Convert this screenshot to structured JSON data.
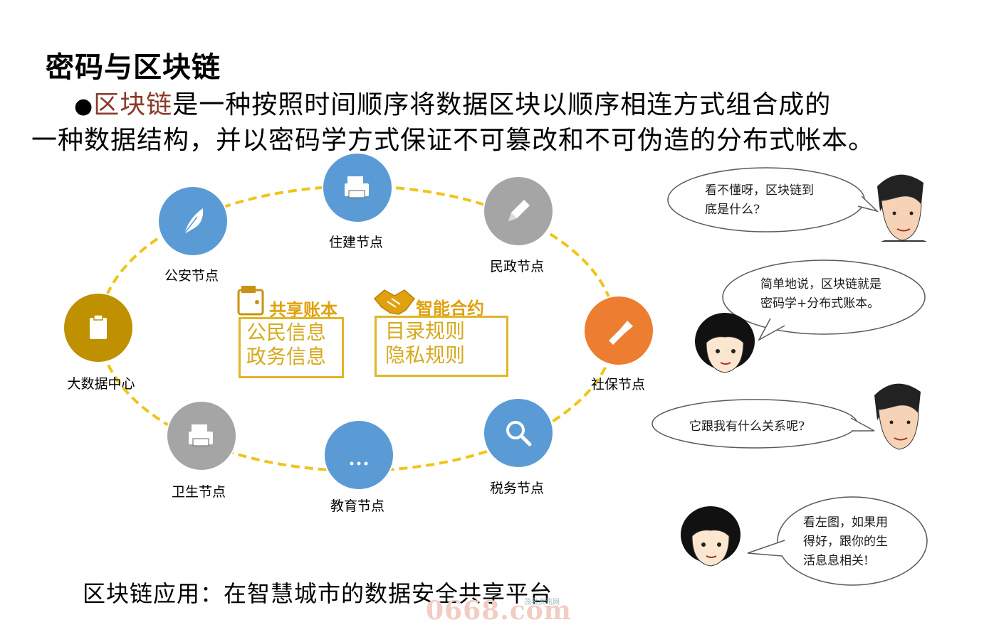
{
  "title": "密码与区块链",
  "definition": {
    "bullet": "●",
    "highlight": "区块链",
    "line1_rest": "是一种按照时间顺序将数据区块以顺序相连方式组合成的",
    "line2": "一种数据结构，并以密码学方式保证不可篡改和不可伪造的分布式帐本。"
  },
  "nodes": [
    {
      "label": "住建节点",
      "icon": "printer-icon",
      "color": "#5b9bd5"
    },
    {
      "label": "民政节点",
      "icon": "pencil-icon",
      "color": "#a5a5a5"
    },
    {
      "label": "社保节点",
      "icon": "flashlight-icon",
      "color": "#ed7d31"
    },
    {
      "label": "税务节点",
      "icon": "magnifier-icon",
      "color": "#5b9bd5"
    },
    {
      "label": "教育节点",
      "icon": "ellipsis-icon",
      "color": "#5b9bd5"
    },
    {
      "label": "卫生节点",
      "icon": "printer-icon",
      "color": "#a5a5a5"
    },
    {
      "label": "大数据中心",
      "icon": "clipboard-icon",
      "color": "#bf9000"
    },
    {
      "label": "公安节点",
      "icon": "feather-icon",
      "color": "#5b9bd5"
    }
  ],
  "shared_ledger": {
    "title": "共享账本",
    "icon": "wallet-icon",
    "items": [
      "公民信息",
      "政务信息"
    ]
  },
  "smart_contract": {
    "title": "智能合约",
    "icon": "handshake-icon",
    "items": [
      "目录规则",
      "隐私规则"
    ]
  },
  "dialogue": [
    {
      "speaker": "man",
      "lines": [
        "看不懂呀，区块链到",
        "底是什么?"
      ]
    },
    {
      "speaker": "woman",
      "lines": [
        "简单地说，区块链就是",
        "密码学+分布式账本。"
      ]
    },
    {
      "speaker": "man",
      "lines": [
        "它跟我有什么关系呢?"
      ]
    },
    {
      "speaker": "woman",
      "lines": [
        "看左图，如果用",
        "得好，跟你的生",
        "活息息相关!"
      ]
    }
  ],
  "footer_caption": "区块链应用：在智慧城市的数据安全共享平台",
  "watermark": "0668.com",
  "watermark_small": "茂名资讯网",
  "colors": {
    "ring": "#f0c419",
    "highlight": "#8a3a2a",
    "box_border": "#e1b52a",
    "box_text": "#d6a91e"
  }
}
